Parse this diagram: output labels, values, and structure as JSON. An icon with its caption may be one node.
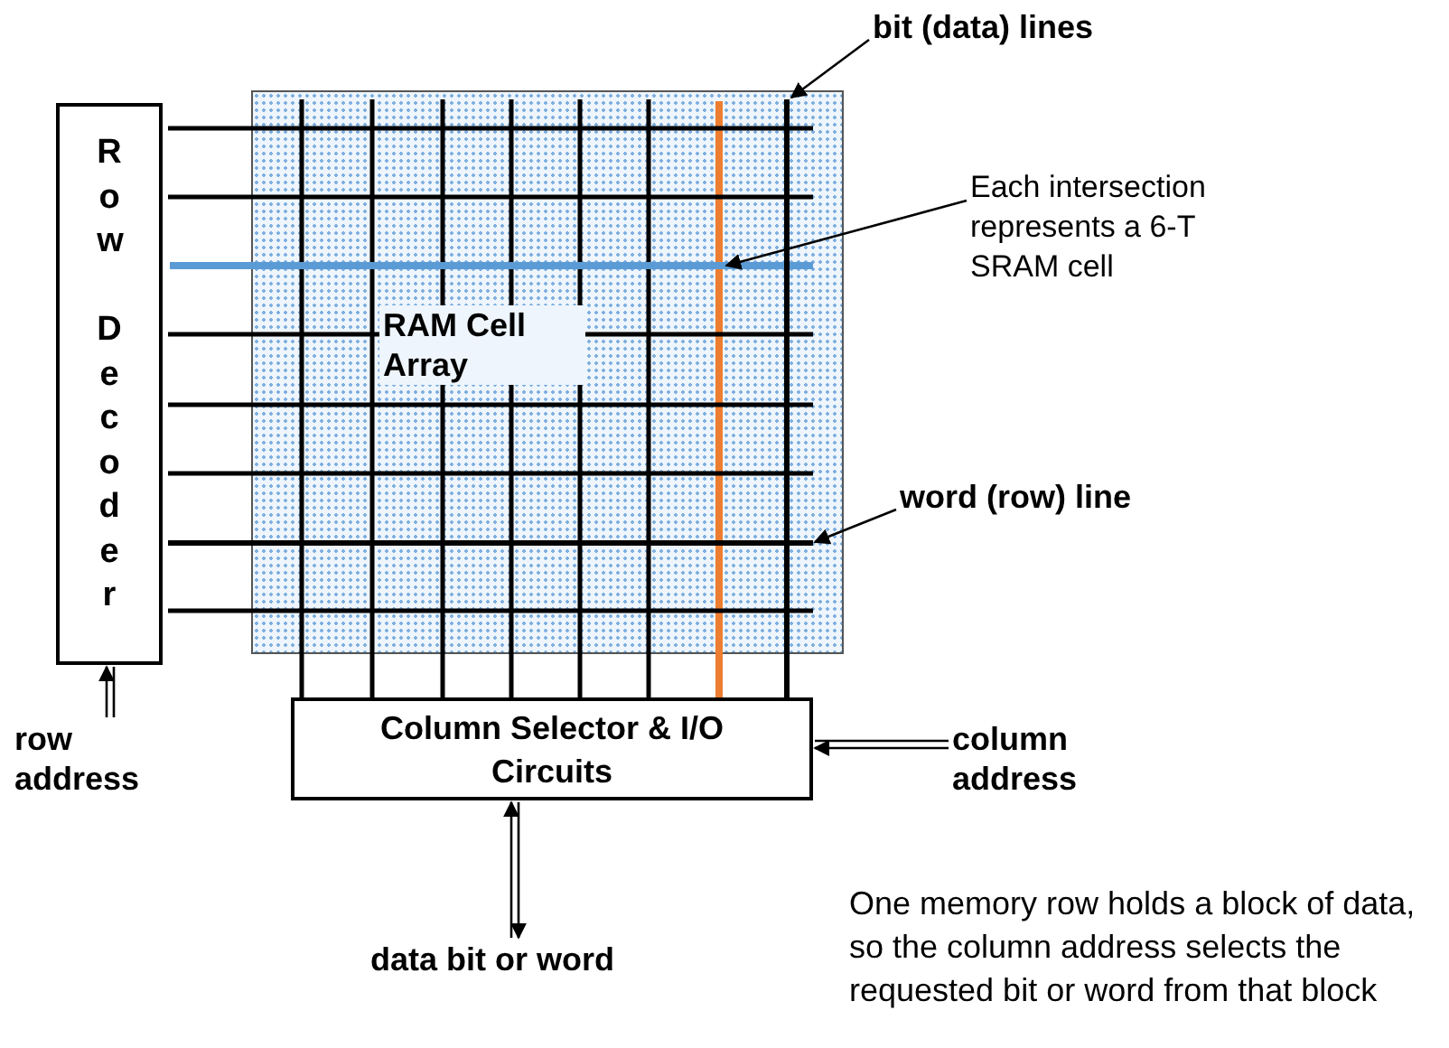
{
  "diagram": {
    "nodes": [
      {
        "text": [
          "bit (data) lines"
        ]
      },
      {
        "text": [
          "Row Decoder"
        ]
      },
      {
        "text": [
          "RAM Cell Array"
        ]
      },
      {
        "text": [],
        "shape": "line"
      },
      {
        "text": [
          "Each intersection represents a 6-T SRAM cell"
        ]
      },
      {
        "text": [],
        "shape": "line"
      },
      {
        "text": [
          "word (row) line"
        ]
      },
      {
        "text": [
          "Column Selector & I/O Circuits"
        ]
      },
      {
        "text": [
          "row address"
        ]
      },
      {
        "text": [
          "column address"
        ]
      },
      {
        "text": [
          "data bit or word"
        ]
      }
    ],
    "edges": [
      {
        "from": 8,
        "to": 1,
        "arrow": "to"
      },
      {
        "from": 9,
        "to": 7,
        "arrow": "to"
      },
      {
        "from": 7,
        "to": 10,
        "arrow": "both"
      },
      {
        "from": 0,
        "to": 3,
        "arrow": "to"
      },
      {
        "from": 4,
        "to": 2,
        "arrow": "to"
      },
      {
        "from": 6,
        "to": 5,
        "arrow": "to"
      }
    ],
    "labels": [
      "One memory row holds a block of data, so the column address selects the requested bit or word from that block"
    ]
  }
}
